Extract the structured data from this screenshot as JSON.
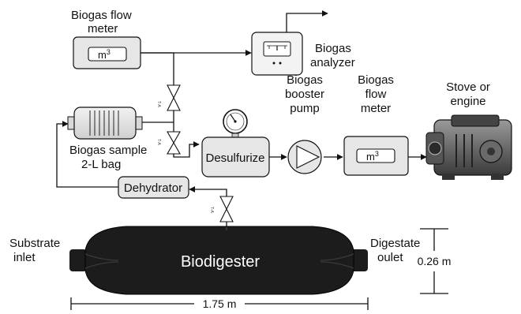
{
  "labels": {
    "flow_meter_top_line1": "Biogas flow",
    "flow_meter_top_line2": "meter",
    "m3_unit": "m",
    "m3_sup": "3",
    "analyzer_line1": "Biogas",
    "analyzer_line2": "analyzer",
    "sample_bag_line1": "Biogas sample",
    "sample_bag_line2": "2-L bag",
    "desulfurize": "Desulfurize",
    "booster_line1": "Biogas",
    "booster_line2": "booster",
    "booster_line3": "pump",
    "flow_meter_right_line1": "Biogas",
    "flow_meter_right_line2": "flow",
    "flow_meter_right_line3": "meter",
    "stove_line1": "Stove or",
    "stove_line2": "engine",
    "dehydrator": "Dehydrator",
    "substrate_line1": "Substrate",
    "substrate_line2": "inlet",
    "biodigester": "Biodigester",
    "digestate_line1": "Digestate",
    "digestate_line2": "oulet",
    "height_dim": "0.26 m",
    "length_dim": "1.75 m",
    "valve_tag": "T-A"
  },
  "colors": {
    "box_fill": "#e6e6e6",
    "digester_fill": "#1c1c1c",
    "digester_text": "#ffffff",
    "line": "#111111"
  },
  "icons": {
    "valve": "valve-icon",
    "gauge": "pressure-gauge-icon",
    "pump": "pump-icon",
    "analyzer": "analyzer-icon",
    "engine": "engine-icon"
  }
}
